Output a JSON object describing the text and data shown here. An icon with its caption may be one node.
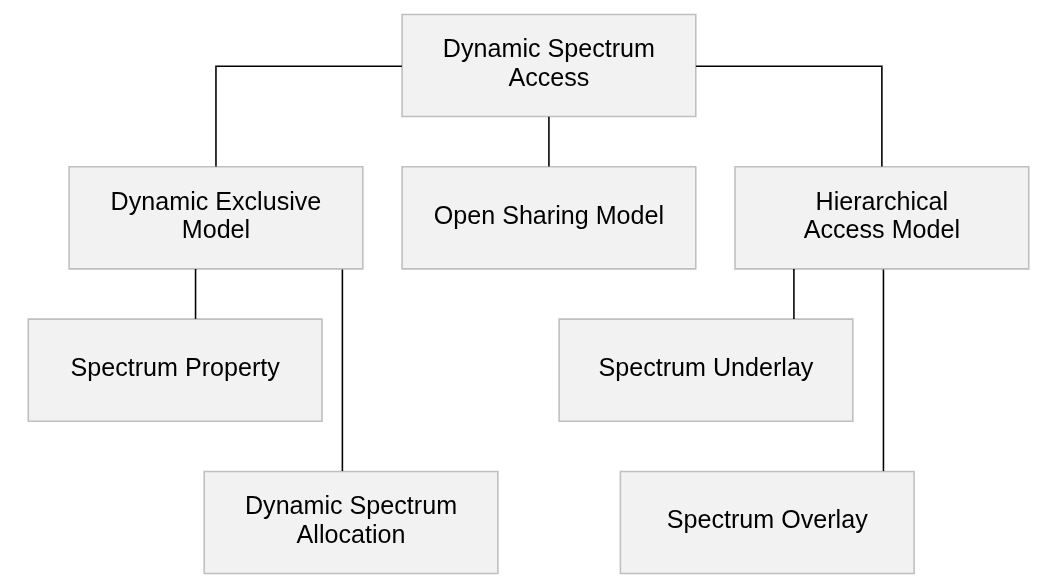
{
  "diagram": {
    "nodes": [
      {
        "text": [
          "Dynamic Spectrum Access"
        ]
      },
      {
        "text": [
          "Dynamic Exclusive Model"
        ]
      },
      {
        "text": [
          "Open Sharing Model"
        ]
      },
      {
        "text": [
          "Hierarchical Access Model"
        ]
      },
      {
        "text": [
          "Spectrum Property"
        ]
      },
      {
        "text": [
          "Dynamic Spectrum Allocation"
        ]
      },
      {
        "text": [
          "Spectrum Underlay"
        ]
      },
      {
        "text": [
          "Spectrum Overlay"
        ]
      }
    ],
    "edges": [
      {
        "from": 0,
        "to": 1,
        "arrow": "none"
      },
      {
        "from": 0,
        "to": 2,
        "arrow": "none"
      },
      {
        "from": 0,
        "to": 3,
        "arrow": "none"
      },
      {
        "from": 1,
        "to": 4,
        "arrow": "none"
      },
      {
        "from": 1,
        "to": 5,
        "arrow": "none"
      },
      {
        "from": 3,
        "to": 6,
        "arrow": "none"
      },
      {
        "from": 3,
        "to": 7,
        "arrow": "none"
      }
    ]
  }
}
